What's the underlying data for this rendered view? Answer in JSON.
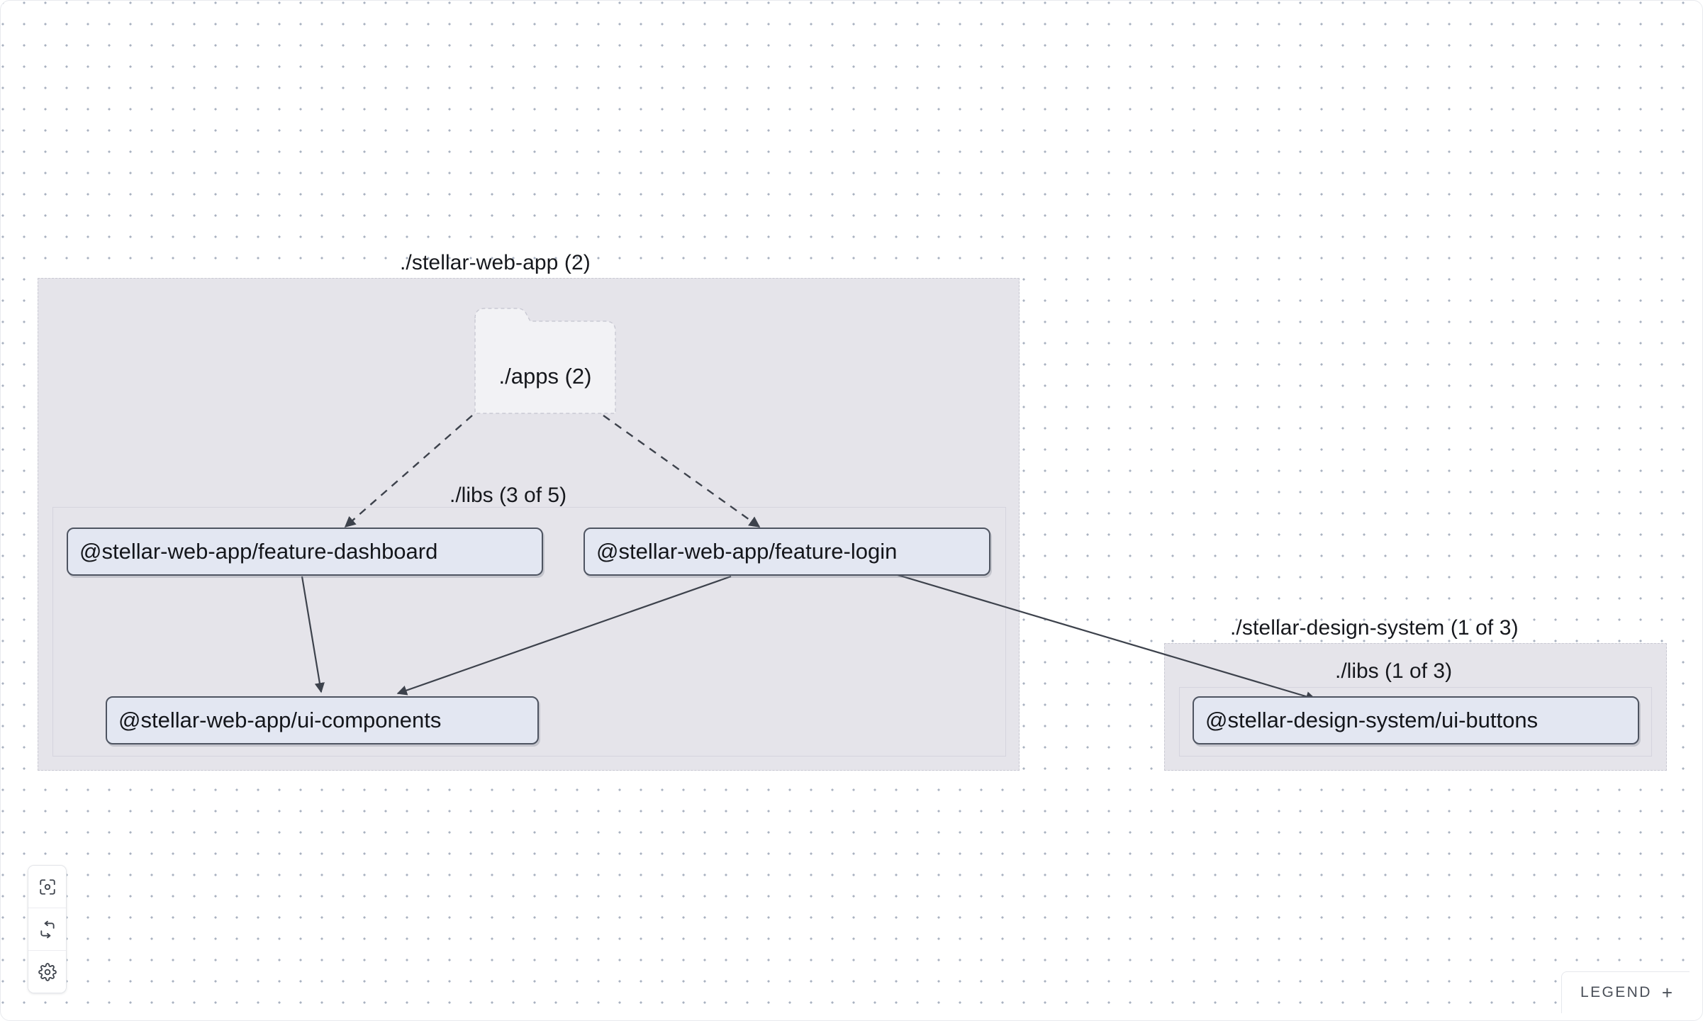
{
  "app": {
    "type": "project-dependency-graph",
    "background": "#ffffff",
    "dot_color": "#a9b2c0"
  },
  "groups": [
    {
      "id": "stellar-web-app",
      "label": "./stellar-web-app (2)",
      "fill": "#e5e4ea",
      "border": "#c9c9d3",
      "nested": {
        "id": "web-app-libs",
        "label": "./libs (3 of 5)"
      }
    },
    {
      "id": "stellar-design-system",
      "label": "./stellar-design-system (1 of 3)",
      "fill": "#e5e4ea",
      "border": "#c9c9d3",
      "nested": {
        "id": "design-system-libs",
        "label": "./libs (1 of 3)"
      }
    }
  ],
  "folder_nodes": [
    {
      "id": "apps-folder",
      "label": "./apps (2)",
      "fill": "#f2f2f5"
    }
  ],
  "nodes": [
    {
      "id": "feature-dashboard",
      "label": "@stellar-web-app/feature-dashboard"
    },
    {
      "id": "feature-login",
      "label": "@stellar-web-app/feature-login"
    },
    {
      "id": "ui-components",
      "label": "@stellar-web-app/ui-components"
    },
    {
      "id": "ui-buttons",
      "label": "@stellar-design-system/ui-buttons"
    }
  ],
  "edges": [
    {
      "from": "apps-folder",
      "to": "feature-dashboard",
      "style": "dashed"
    },
    {
      "from": "apps-folder",
      "to": "feature-login",
      "style": "dashed"
    },
    {
      "from": "feature-dashboard",
      "to": "ui-components",
      "style": "solid"
    },
    {
      "from": "feature-login",
      "to": "ui-components",
      "style": "solid"
    },
    {
      "from": "feature-login",
      "to": "ui-buttons",
      "style": "solid"
    }
  ],
  "controls": [
    {
      "id": "focus",
      "icon": "focus-target-icon"
    },
    {
      "id": "refresh",
      "icon": "refresh-icon"
    },
    {
      "id": "settings",
      "icon": "gear-icon"
    }
  ],
  "legend": {
    "label": "LEGEND",
    "expand_glyph": "+"
  }
}
